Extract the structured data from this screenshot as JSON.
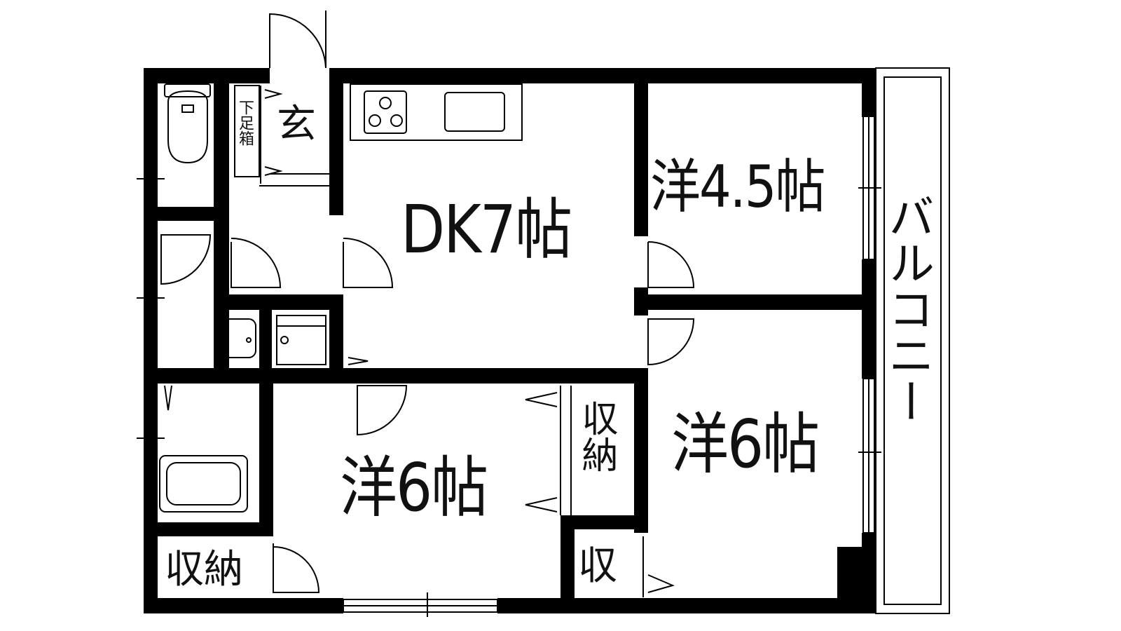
{
  "rooms": {
    "dk": "DK7帖",
    "western_45": "洋4.5帖",
    "western_6_right": "洋6帖",
    "western_6_left": "洋6帖",
    "entrance": "玄",
    "shoe_box": "下足箱",
    "storage_closet": "収納",
    "storage_bottom_left": "収納",
    "storage_small": "収",
    "balcony": "バルコニー"
  },
  "colors": {
    "wall": "#000000",
    "line": "#000000",
    "background": "#ffffff"
  }
}
